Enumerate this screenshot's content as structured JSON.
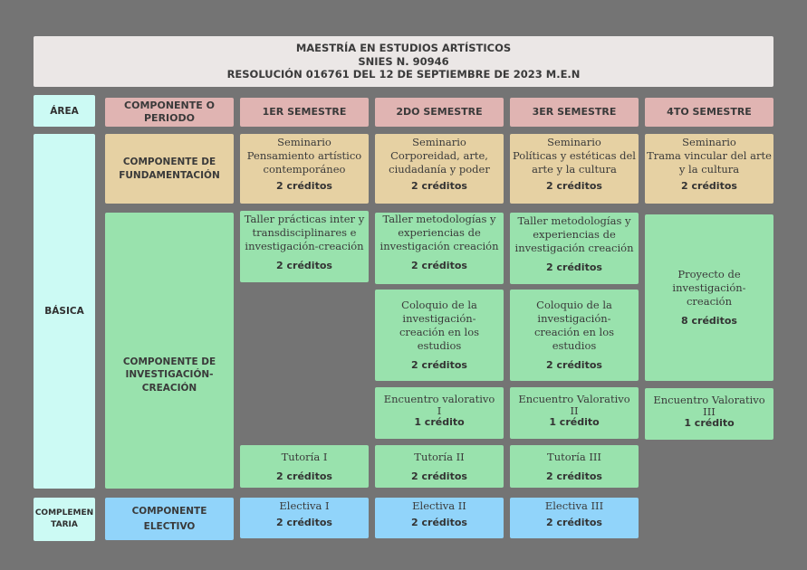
{
  "title": {
    "line1": "MAESTRÍA EN ESTUDIOS ARTÍSTICOS",
    "line2": "SNIES N. 90946",
    "line3": "RESOLUCIÓN 016761 DEL 12 DE SEPTIEMBRE DE 2023 M.E.N"
  },
  "headers": {
    "area": "ÁREA",
    "componente_l1": "COMPONENTE O",
    "componente_l2": "PERIODO",
    "s1": "1ER SEMESTRE",
    "s2": "2DO SEMESTRE",
    "s3": "3ER SEMESTRE",
    "s4": "4TO SEMESTRE"
  },
  "areas": {
    "basica": "BÁSICA",
    "complementaria_l1": "COMPLEMEN",
    "complementaria_l2": "TARIA"
  },
  "components": {
    "fundamentacion_l1": "COMPONENTE DE",
    "fundamentacion_l2": "FUNDAMENTACIÓN",
    "investigacion_l1": "COMPONENTE DE",
    "investigacion_l2": "INVESTIGACIÓN-",
    "investigacion_l3": "CREACIÓN",
    "electivo_l1": "COMPONENTE",
    "electivo_l2": "ELECTIVO"
  },
  "courses": {
    "sem_s1": {
      "l1": "Seminario",
      "l2": "Pensamiento artístico",
      "l3": "contemporáneo",
      "credits": "2 créditos"
    },
    "sem_s2": {
      "l1": "Seminario",
      "l2": "Corporeidad, arte,",
      "l3": "ciudadanía y poder",
      "credits": "2 créditos"
    },
    "sem_s3": {
      "l1": "Seminario",
      "l2": "Políticas y estéticas del",
      "l3": "arte y la cultura",
      "credits": "2 créditos"
    },
    "sem_s4": {
      "l1": "Seminario",
      "l2": "Trama vincular del arte",
      "l3": "y la cultura",
      "credits": "2 créditos"
    },
    "taller_s1": {
      "l1": "Taller prácticas inter y",
      "l2": "transdisciplinares e",
      "l3": "investigación-creación",
      "credits": "2 créditos"
    },
    "taller_s2": {
      "l1": "Taller metodologías y",
      "l2": "experiencias de",
      "l3": "investigación creación",
      "credits": "2 créditos"
    },
    "taller_s3": {
      "l1": "Taller metodologías y",
      "l2": "experiencias de",
      "l3": "investigación creación",
      "credits": "2 créditos"
    },
    "proyecto_s4": {
      "l1": "Proyecto de",
      "l2": "investigación-",
      "l3": "creación",
      "credits": "8 créditos"
    },
    "coloquio_s2": {
      "l1": "Coloquio de la",
      "l2": "investigación-",
      "l3": "creación en los",
      "l4": "estudios",
      "credits": "2 créditos"
    },
    "coloquio_s3": {
      "l1": "Coloquio de la",
      "l2": "investigación-",
      "l3": "creación en los",
      "l4": "estudios",
      "credits": "2 créditos"
    },
    "encuentro_s2": {
      "l1": "Encuentro valorativo",
      "l2": "I",
      "credits": "1 crédito"
    },
    "encuentro_s3": {
      "l1": "Encuentro Valorativo",
      "l2": "II",
      "credits": "1 crédito"
    },
    "encuentro_s4": {
      "l1": "Encuentro Valorativo",
      "l2": "III",
      "credits": "1 crédito"
    },
    "tutoria_s1": {
      "l1": "Tutoría I",
      "credits": "2 créditos"
    },
    "tutoria_s2": {
      "l1": "Tutoría II",
      "credits": "2 créditos"
    },
    "tutoria_s3": {
      "l1": "Tutoría III",
      "credits": "2 créditos"
    },
    "electiva_s1": {
      "l1": "Electiva I",
      "credits": "2 créditos"
    },
    "electiva_s2": {
      "l1": "Electiva II",
      "credits": "2 créditos"
    },
    "electiva_s3": {
      "l1": "Electiva III",
      "credits": "2 créditos"
    }
  },
  "colors": {
    "background": "#747474",
    "title": "#ebe7e6",
    "area": "#ccfaf4",
    "header": "#e0b4b2",
    "fundamentacion": "#e6d1a3",
    "investigacion": "#99e2ad",
    "electivo": "#91d4fa"
  }
}
